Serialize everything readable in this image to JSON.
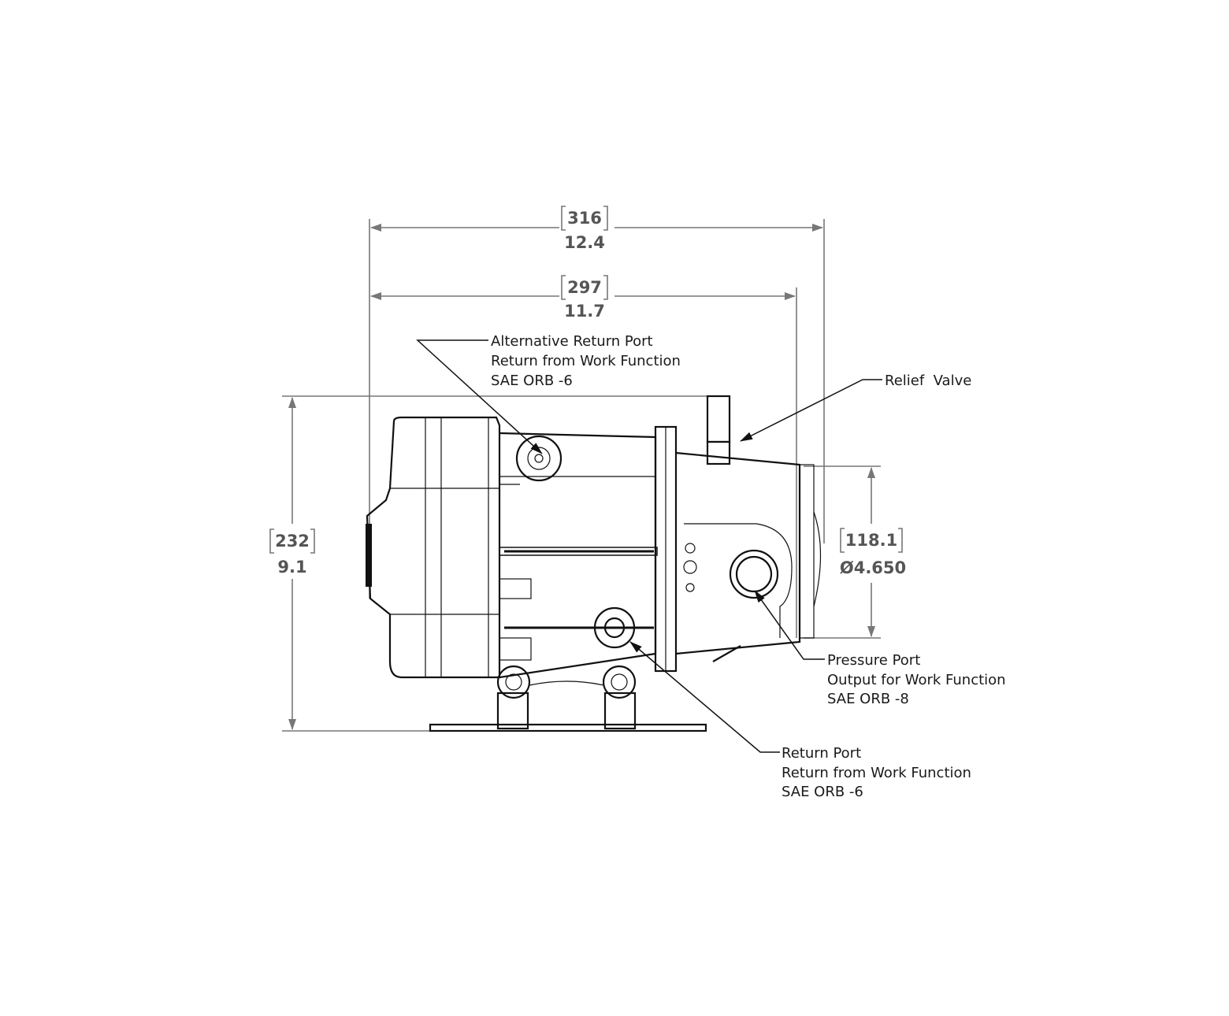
{
  "dimensions": {
    "overall_length": {
      "mm": "316",
      "in": "12.4"
    },
    "body_length": {
      "mm": "297",
      "in": "11.7"
    },
    "height": {
      "mm": "232",
      "in": "9.1"
    },
    "flange_diameter": {
      "mm": "118.1",
      "in": "Ø4.650"
    }
  },
  "callouts": {
    "alt_return_port": [
      "Alternative Return Port",
      "Return from Work Function",
      "SAE ORB -6"
    ],
    "relief_valve": [
      "Relief  Valve"
    ],
    "pressure_port": [
      "Pressure Port",
      "Output for Work Function",
      "SAE ORB -8"
    ],
    "return_port": [
      "Return Port",
      "Return from Work Function",
      "SAE ORB -6"
    ]
  },
  "colors": {
    "dimension": "#777777",
    "line": "#111111"
  }
}
